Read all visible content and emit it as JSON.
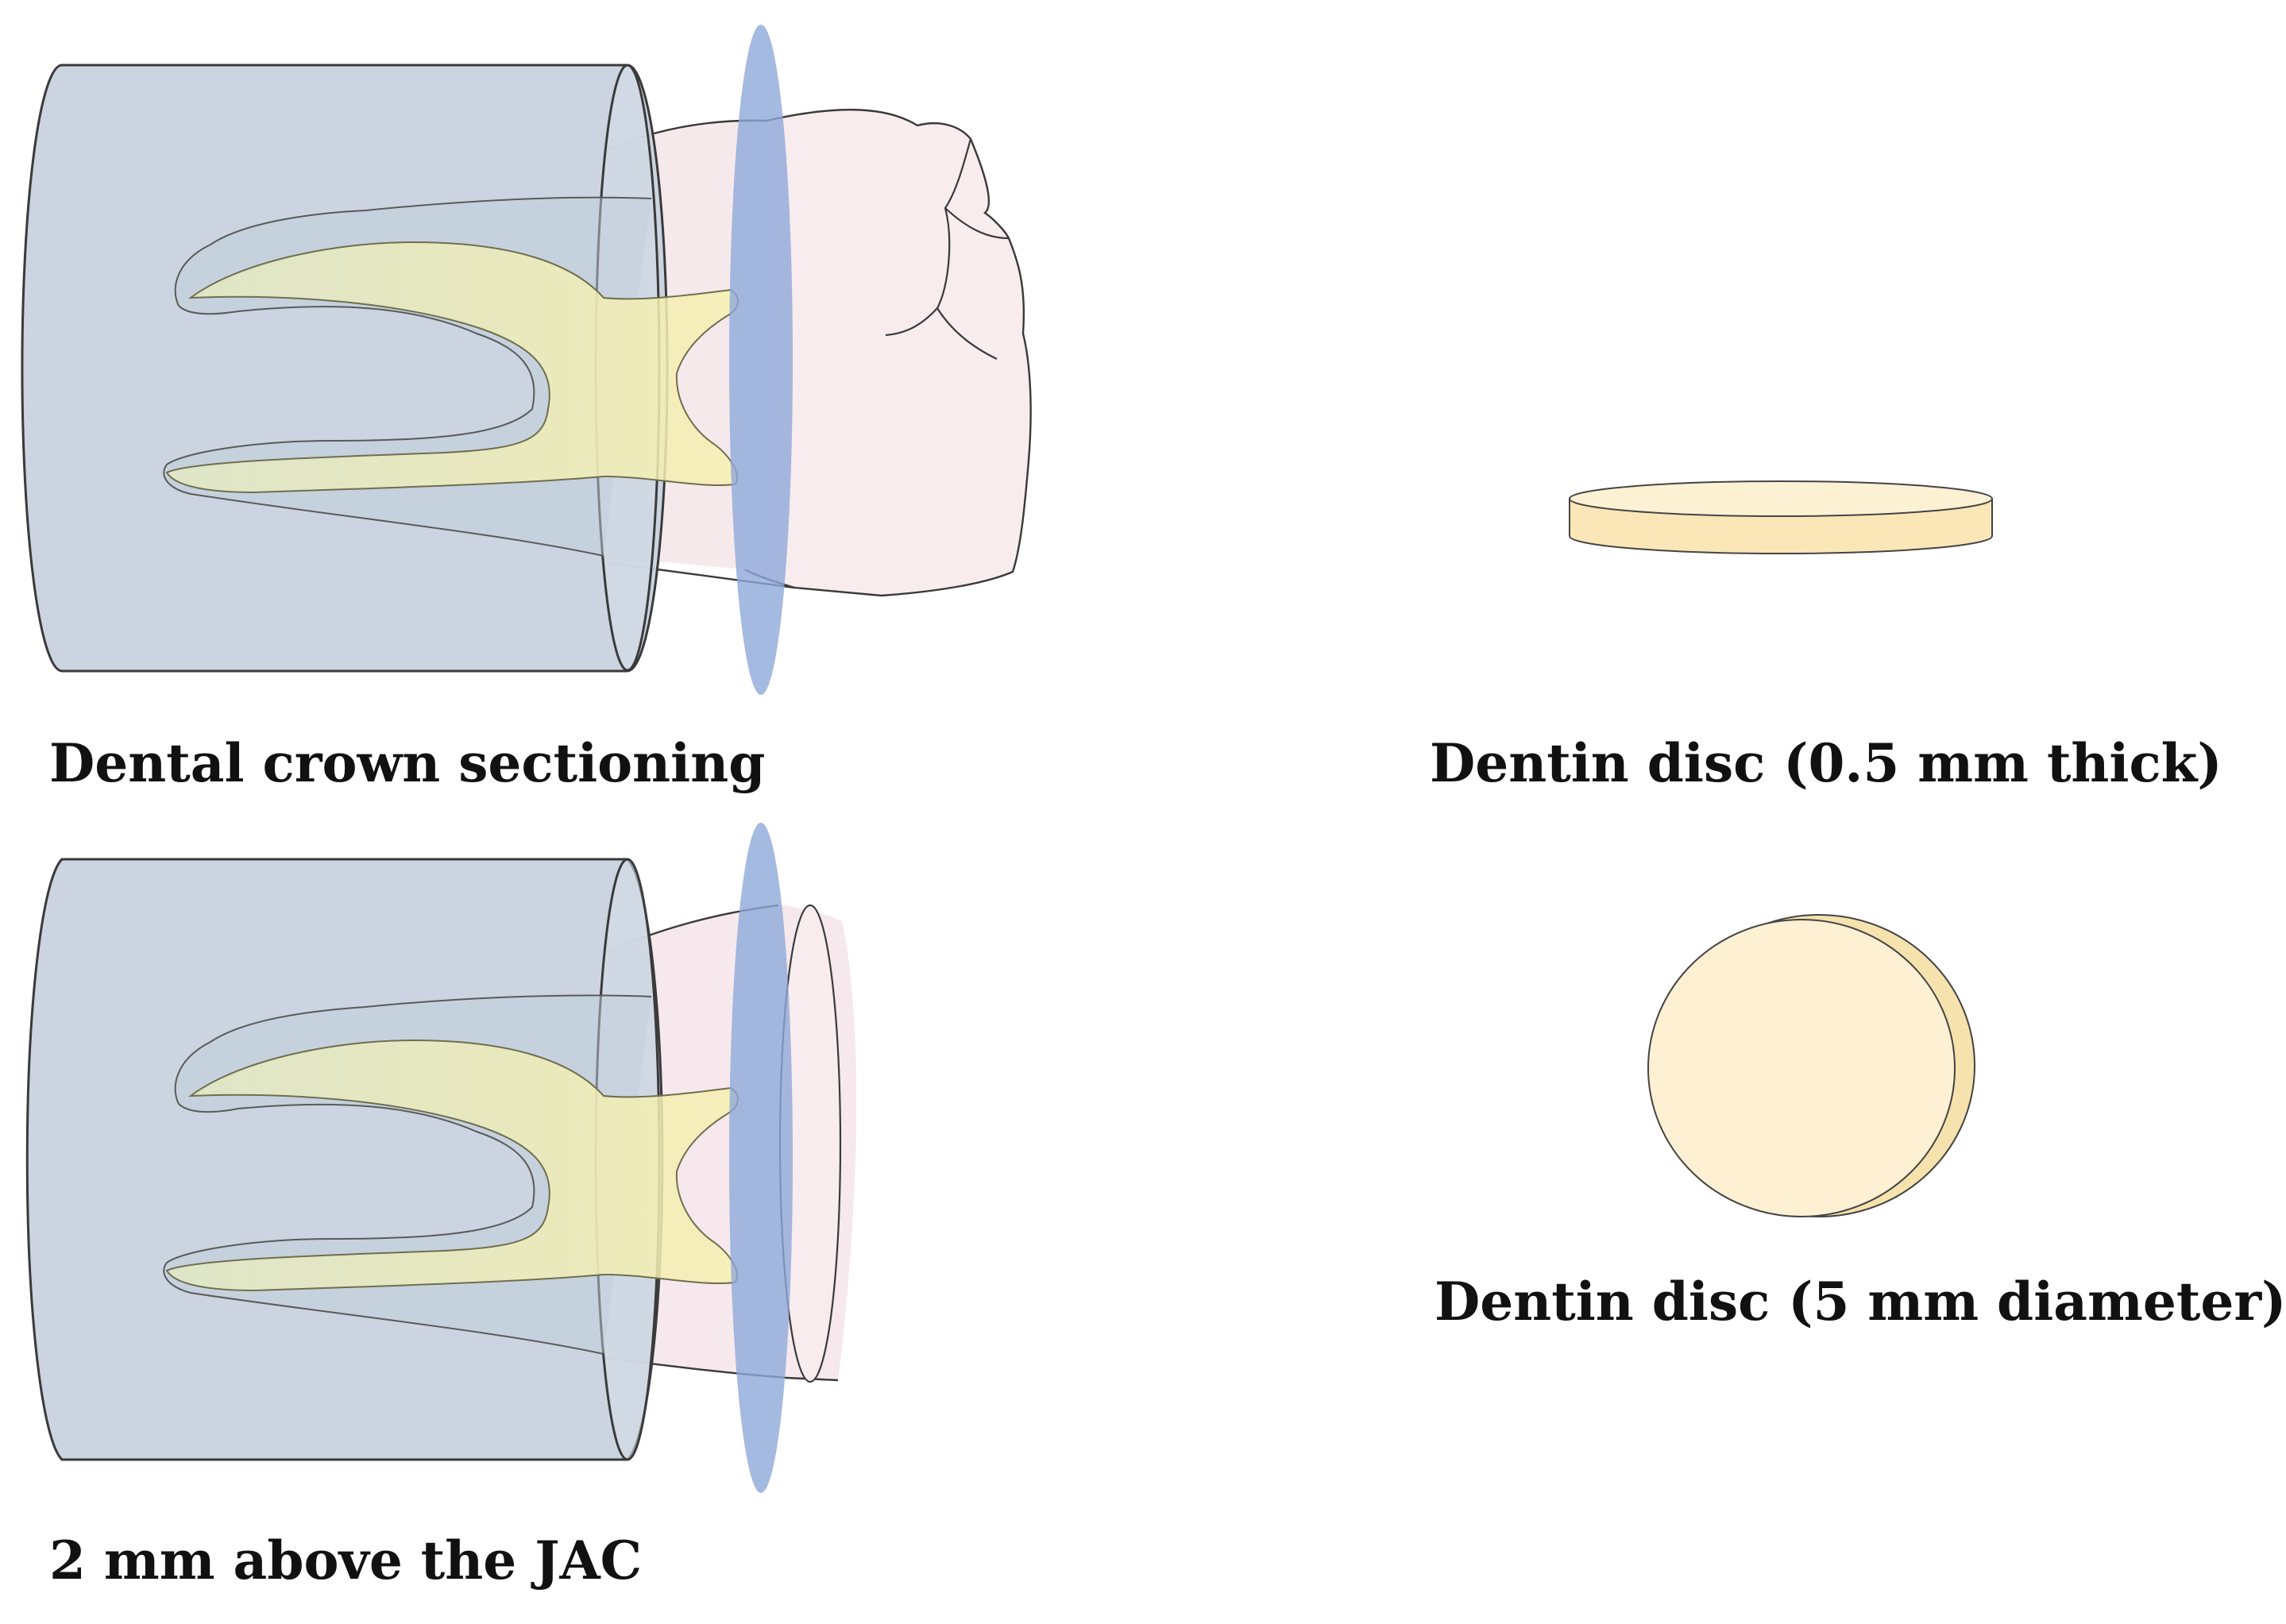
{
  "captions": {
    "crown_sectioning": "Dental crown sectioning",
    "above_jac": "2 mm above the JAC",
    "disc_thickness": "Dentin disc (0.5 mm thick)",
    "disc_diameter": "Dentin disc (5 mm diameter)"
  },
  "colors": {
    "cylinder_fill": "#c9d3df",
    "cylinder_stroke": "#3a3a3a",
    "cutting_plane": "#8ea9d9",
    "tooth_fill": "#f7eaec",
    "pulp_fill": "#f2f0b8",
    "disc_fill": "#fbecc4",
    "disc_edge": "#f0d99a"
  }
}
